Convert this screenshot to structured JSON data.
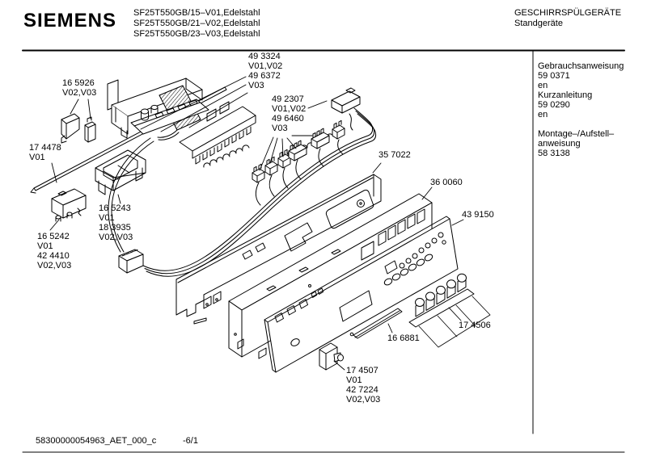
{
  "header": {
    "brand": "SIEMENS",
    "models": [
      "SF25T550GB/15–V01,Edelstahl",
      "SF25T550GB/21–V02,Edelstahl",
      "SF25T550GB/23–V03,Edelstahl"
    ],
    "category": "GESCHIRRSPÜLGERÄTE",
    "subcategory": "Standgeräte"
  },
  "sidebar": {
    "lines": [
      "Gebrauchsanweisung",
      "59 0371",
      "en",
      "Kurzanleitung",
      "59 0290",
      "en",
      "",
      "Montage–/Aufstell–",
      "anweisung",
      "58 3138"
    ]
  },
  "parts": [
    {
      "id": "16 5926",
      "lines": [
        "16 5926",
        "V02,V03"
      ]
    },
    {
      "id": "17 4478",
      "lines": [
        "17 4478",
        "V01"
      ]
    },
    {
      "id": "16 5243",
      "lines": [
        "16 5243",
        "V01",
        "18 3935",
        "V02,V03"
      ]
    },
    {
      "id": "16 5242",
      "lines": [
        "16 5242",
        "V01",
        "42 4410",
        "V02,V03"
      ]
    },
    {
      "id": "49 3324",
      "lines": [
        "49 3324",
        "V01,V02",
        "49 6372",
        "V03"
      ]
    },
    {
      "id": "49 2307",
      "lines": [
        "49 2307",
        "V01,V02",
        "49 6460",
        "V03"
      ]
    },
    {
      "id": "35 7022",
      "lines": [
        "35 7022"
      ]
    },
    {
      "id": "36 0060",
      "lines": [
        "36 0060"
      ]
    },
    {
      "id": "43 9150",
      "lines": [
        "43 9150"
      ]
    },
    {
      "id": "17 4506",
      "lines": [
        "17 4506"
      ]
    },
    {
      "id": "16 6881",
      "lines": [
        "16 6881"
      ]
    },
    {
      "id": "17 4507",
      "lines": [
        "17 4507",
        "V01",
        "42 7224",
        "V02,V03"
      ]
    }
  ],
  "footer": {
    "doc_id": "58300000054963_AET_000_c",
    "page": "-6/1"
  }
}
